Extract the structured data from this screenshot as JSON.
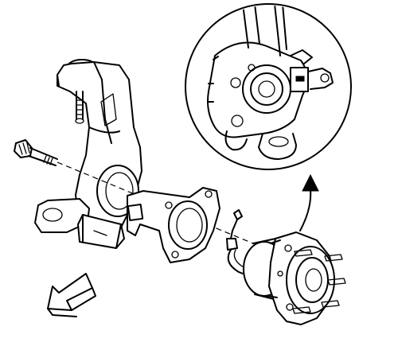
{
  "figure": {
    "parts": [
      {
        "name": "steering-knuckle",
        "label": ""
      },
      {
        "name": "mounting-bolt",
        "label": ""
      },
      {
        "name": "brake-backing-plate",
        "label": ""
      },
      {
        "name": "wheel-hub-bearing",
        "label": ""
      },
      {
        "name": "wheel-speed-sensor-connector",
        "label": ""
      },
      {
        "name": "detail-callout",
        "label": ""
      }
    ],
    "arrows": [
      {
        "name": "front-direction-arrow",
        "direction": "down-left"
      },
      {
        "name": "detail-pointer-arrow",
        "direction": "up"
      }
    ],
    "colors": {
      "line": "#000000",
      "background": "#ffffff"
    }
  }
}
